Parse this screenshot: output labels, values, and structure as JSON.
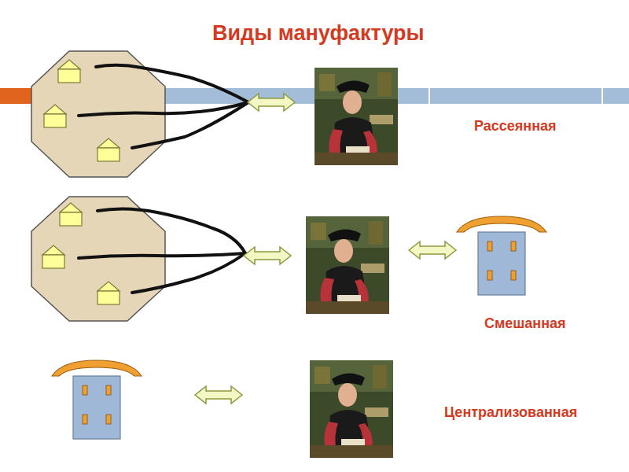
{
  "diagram": {
    "title": "Виды мануфактуры",
    "labels": [
      "Рассеянная",
      "Смешанная",
      "Централизованная"
    ]
  }
}
